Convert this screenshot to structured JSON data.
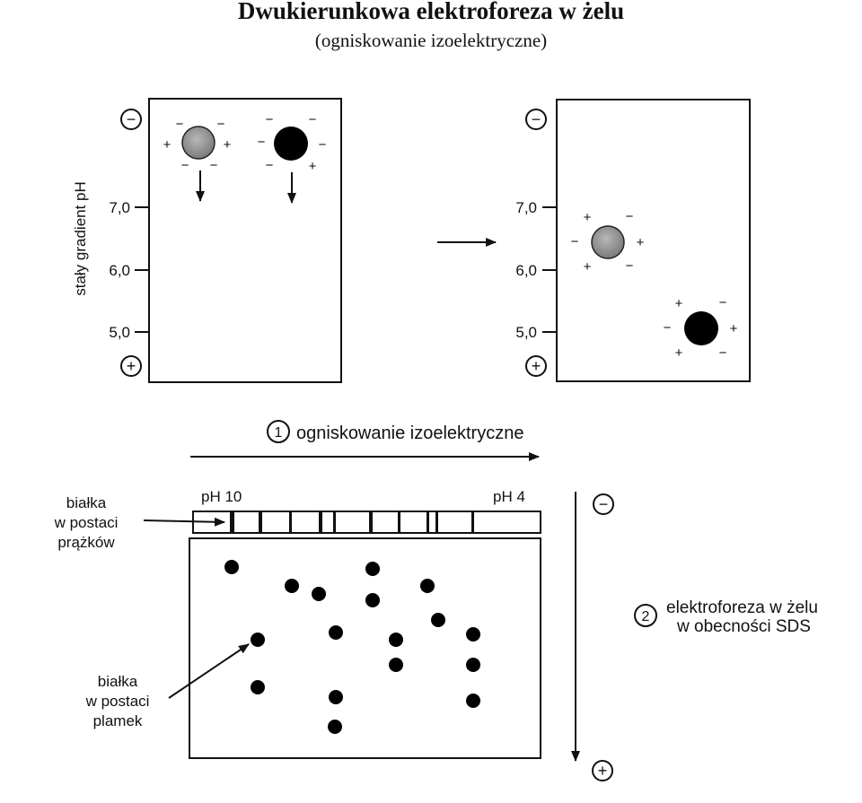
{
  "title": "Dwukierunkowa elektroforeza w żelu",
  "subtitle": "(ogniskowanie izoelektryczne)",
  "top_panel": {
    "y_axis_label": "stały gradient pH",
    "ticks": [
      "7,0",
      "6,0",
      "5,0"
    ],
    "minus_sign": "−",
    "plus_sign": "+",
    "charge_minus": "−",
    "charge_plus": "+"
  },
  "bottom_panel": {
    "step1_number": "1",
    "step1_label": "ogniskowanie izoelektryczne",
    "ph_left": "pH 10",
    "ph_right": "pH 4",
    "bands_label": [
      "białka",
      "w postaci",
      "prążków"
    ],
    "spots_label": [
      "białka",
      "w postaci",
      "plamek"
    ],
    "step2_number": "2",
    "step2_label": [
      "elektroforeza w żelu",
      "w obecności SDS"
    ],
    "minus_sign": "−",
    "plus_sign": "+"
  }
}
